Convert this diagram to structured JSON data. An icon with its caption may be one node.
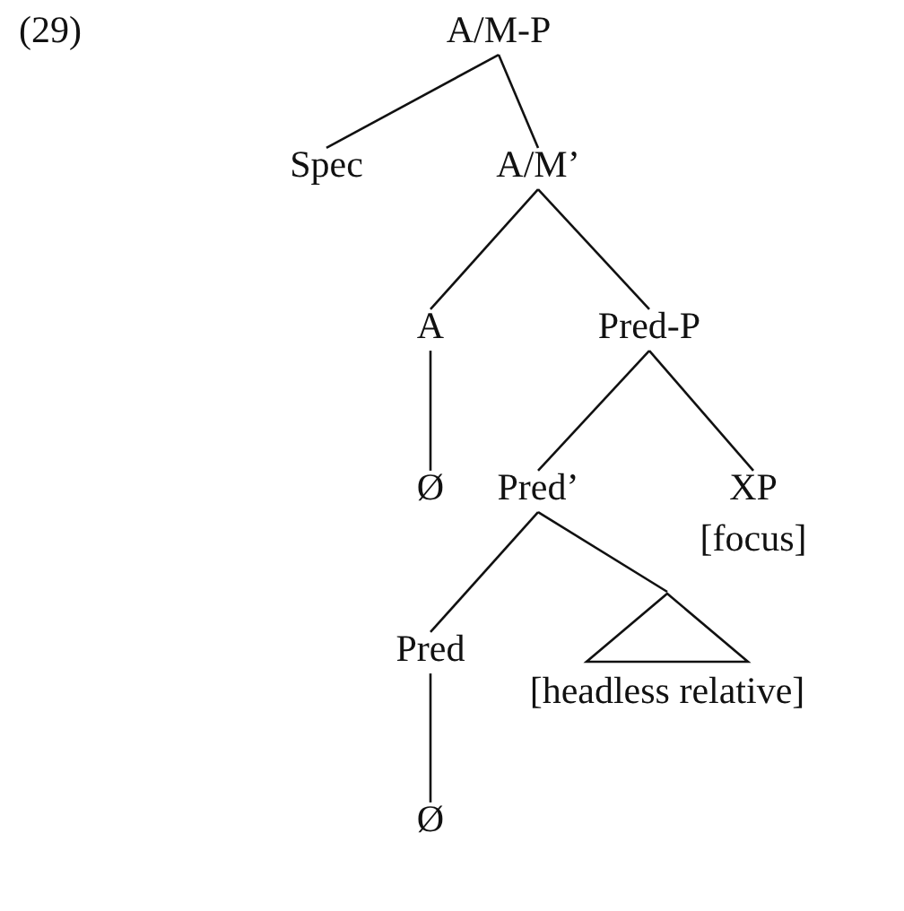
{
  "diagram": {
    "nodes": [
      {
        "text": [
          "A/M-P"
        ]
      },
      {
        "text": [
          "Spec"
        ]
      },
      {
        "text": [
          "A/M’"
        ]
      },
      {
        "text": [
          "A"
        ]
      },
      {
        "text": [
          "Pred-P"
        ]
      },
      {
        "text": [
          "Ø"
        ]
      },
      {
        "text": [
          "Pred’"
        ]
      },
      {
        "text": [
          "XP"
        ],
        "beside": [
          "[focus]"
        ]
      },
      {
        "text": [
          "Pred"
        ]
      },
      {
        "text": [],
        "shape": "triangle",
        "beside": [
          "[headless relative]"
        ]
      },
      {
        "text": [
          "Ø"
        ]
      }
    ],
    "edges": [
      {
        "from": 0,
        "to": 1,
        "arrow": "none"
      },
      {
        "from": 0,
        "to": 2,
        "arrow": "none"
      },
      {
        "from": 2,
        "to": 3,
        "arrow": "none"
      },
      {
        "from": 2,
        "to": 4,
        "arrow": "none"
      },
      {
        "from": 3,
        "to": 5,
        "arrow": "none"
      },
      {
        "from": 4,
        "to": 6,
        "arrow": "none"
      },
      {
        "from": 4,
        "to": 7,
        "arrow": "none"
      },
      {
        "from": 6,
        "to": 8,
        "arrow": "none"
      },
      {
        "from": 6,
        "to": 9,
        "arrow": "none"
      },
      {
        "from": 8,
        "to": 10,
        "arrow": "none"
      }
    ],
    "labels": [
      "(29)"
    ]
  }
}
